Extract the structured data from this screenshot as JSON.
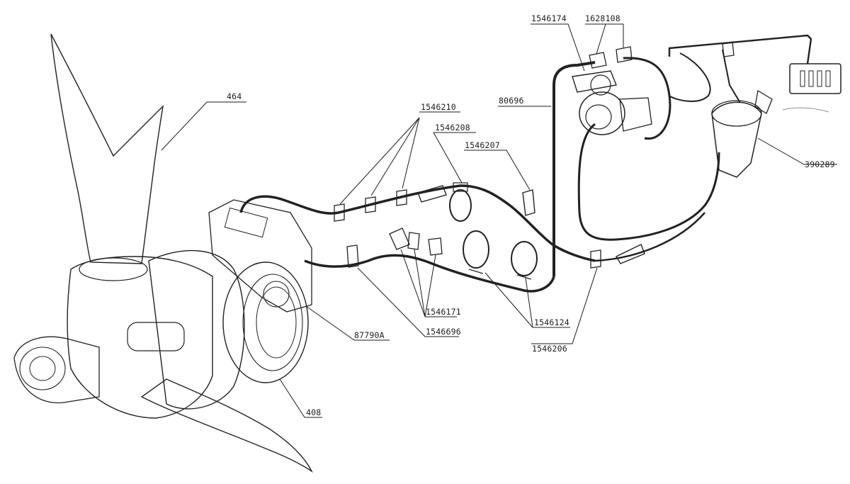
{
  "labels": {
    "p464": "464",
    "p408": "408",
    "p87790a": "87790A",
    "p1546210": "1546210",
    "p1546208": "1546208",
    "p1546207": "1546207",
    "p1546171": "1546171",
    "p1546696": "1546696",
    "p1546124": "1546124",
    "p1546206": "1546206",
    "p80696": "80696",
    "p1546174": "1546174",
    "p1628108": "1628108",
    "p390289": "390289"
  },
  "colors": {
    "ink": "#1c1c1c",
    "paper": "#ffffff"
  }
}
